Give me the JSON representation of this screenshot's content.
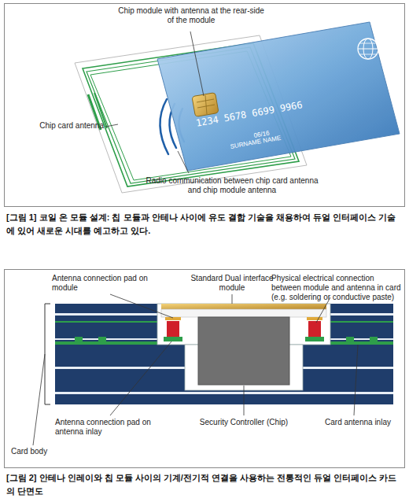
{
  "diagram": {
    "labels": [
      "Chip module with antenna at the rear-side of the module",
      "Chip card antenna",
      "Radio communication between chip card antenna and chip module antenna",
      "1234 5678 6699 9966",
      "06/16",
      "SURNAME NAME",
      "[그림 1] 코일 온 모듈 설계: 칩 모듈과 안테나 사이에 유도 결합 기술을 채용하여 듀얼 인터페이스 기술에 있어 새로운 시대를 예고하고 있다.",
      "Antenna connection pad on module",
      "Standard Dual interface module",
      "Physical electrical connection between module and antenna in card (e.g. soldering or conductive paste)",
      "Antenna connection pad on antenna inlay",
      "Security Controller (Chip)",
      "Card antenna inlay",
      "Card body",
      "[그림 2] 안테나 인레이와 칩 모듈 사이의 기계/전기적 연결을 사용하는 전통적인 듀얼 인터페이스 카드의 단면도"
    ]
  }
}
